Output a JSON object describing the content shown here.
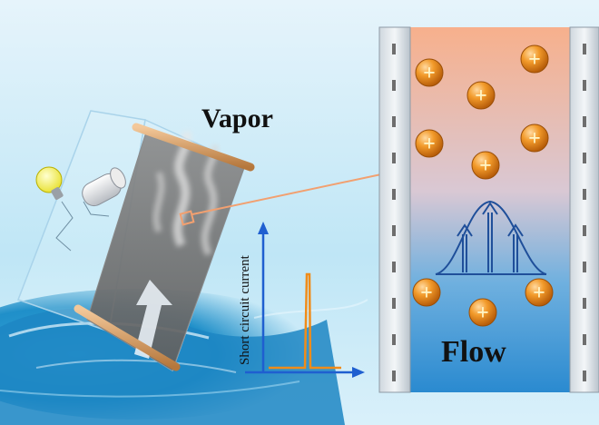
{
  "labels": {
    "vapor": "Vapor",
    "flow": "Flow",
    "y_axis": "Short circuit current"
  },
  "ions": {
    "symbol": "+",
    "count": 9
  },
  "colors": {
    "sky": "#bfe6f6",
    "water": "#1f8fc9",
    "channel_top": "#f7b08c",
    "channel_bottom": "#2a8ad0",
    "ion": "#e98a1c",
    "axis": "#1f5fd0",
    "signal": "#f08c1a",
    "callout": "#f2a070",
    "profile": "#1f4f9a",
    "frame": "#c98a4a",
    "bulb": "#f4f04a"
  },
  "icons": [
    "light-bulb-icon",
    "battery-icon",
    "plus-ion-icon",
    "up-arrow-icon"
  ]
}
